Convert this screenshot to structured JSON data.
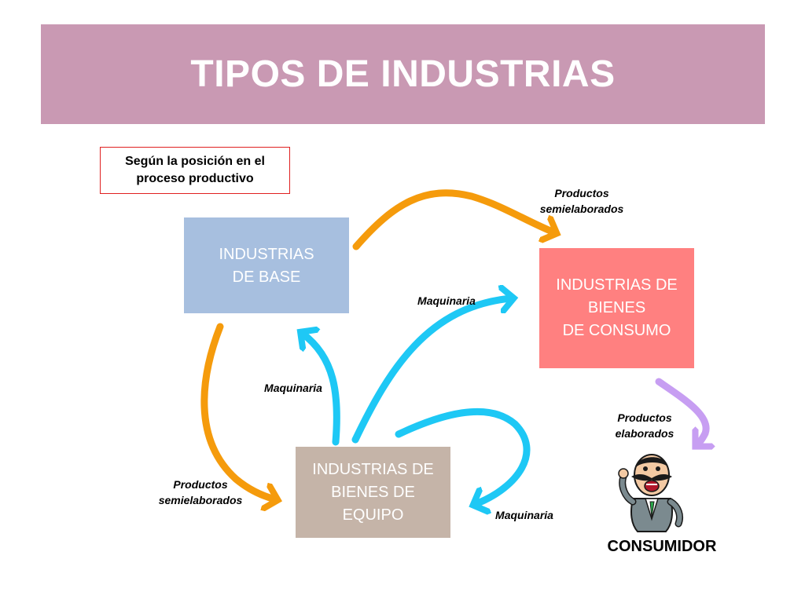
{
  "title": "TIPOS DE INDUSTRIAS",
  "criteria": "Según la posición en el proceso productivo",
  "boxes": {
    "base": "INDUSTRIAS\nDE BASE",
    "consumo": "INDUSTRIAS DE\nBIENES\nDE CONSUMO",
    "equipo": "INDUSTRIAS DE\nBIENES DE\nEQUIPO"
  },
  "labels": {
    "top_semielaborados": "Productos\nsemielaborados",
    "left_semielaborados": "Productos\nsemielaborados",
    "maquinaria_top": "Maquinaria",
    "maquinaria_left": "Maquinaria",
    "maquinaria_bottom": "Maquinaria",
    "elaborados": "Productos\nelaborados"
  },
  "consumer": "CONSUMIDOR",
  "colors": {
    "banner": "#c999b3",
    "base": "#a7bfdf",
    "consumo": "#ff8080",
    "equipo": "#c5b4a8",
    "arrow_orange": "#f59b0c",
    "arrow_cyan": "#1ec8f5",
    "arrow_violet": "#c79ef2"
  }
}
